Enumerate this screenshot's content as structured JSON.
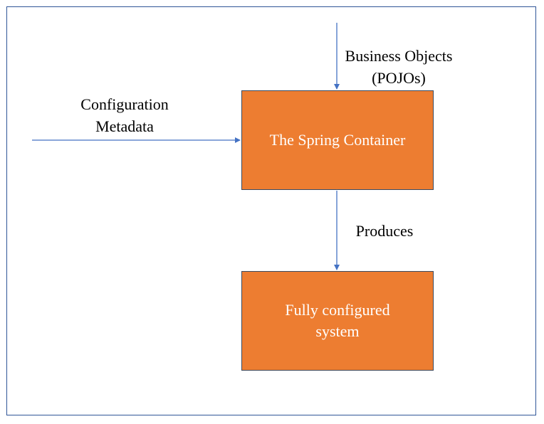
{
  "diagram": {
    "nodes": {
      "spring_container": {
        "label": "The Spring Container"
      },
      "configured_system": {
        "label": "Fully configured\nsystem"
      }
    },
    "labels": {
      "configuration_metadata": "Configuration\nMetadata",
      "business_objects": "Business Objects\n(POJOs)",
      "produces": "Produces"
    },
    "colors": {
      "box_fill": "#ed7d31",
      "box_text": "#ffffff",
      "arrow": "#4472c4",
      "frame_border": "#2f5597"
    }
  }
}
